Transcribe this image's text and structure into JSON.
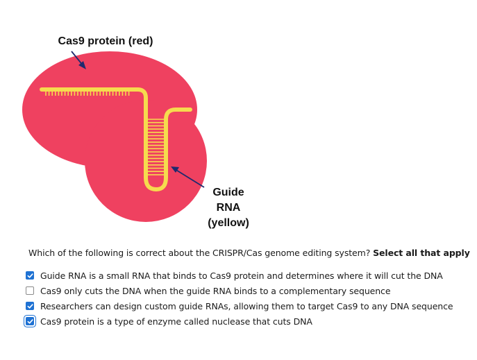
{
  "figure": {
    "label_protein": "Cas9 protein (red)",
    "label_rna_line1": "Guide",
    "label_rna_line2": "RNA",
    "label_rna_line3": "(yellow)",
    "colors": {
      "protein": "#ef4160",
      "rna": "#f6db4e",
      "arrow": "#1f2a6e"
    }
  },
  "question": {
    "text": "Which of the following is correct about the CRISPR/Cas genome editing system?",
    "emphasis": "Select all that apply"
  },
  "options": [
    {
      "label": "Guide RNA is a small RNA that binds to Cas9 protein and determines where it will cut the DNA",
      "checked": true
    },
    {
      "label": "Cas9 only cuts the DNA when the guide RNA binds to a complementary sequence",
      "checked": false
    },
    {
      "label": "Researchers can design custom guide RNAs, allowing them to target Cas9 to any DNA sequence",
      "checked": true
    },
    {
      "label": "Cas9 protein is a type of enzyme called nuclease that cuts DNA",
      "checked": true
    }
  ],
  "accent_color": "#1f72d3"
}
